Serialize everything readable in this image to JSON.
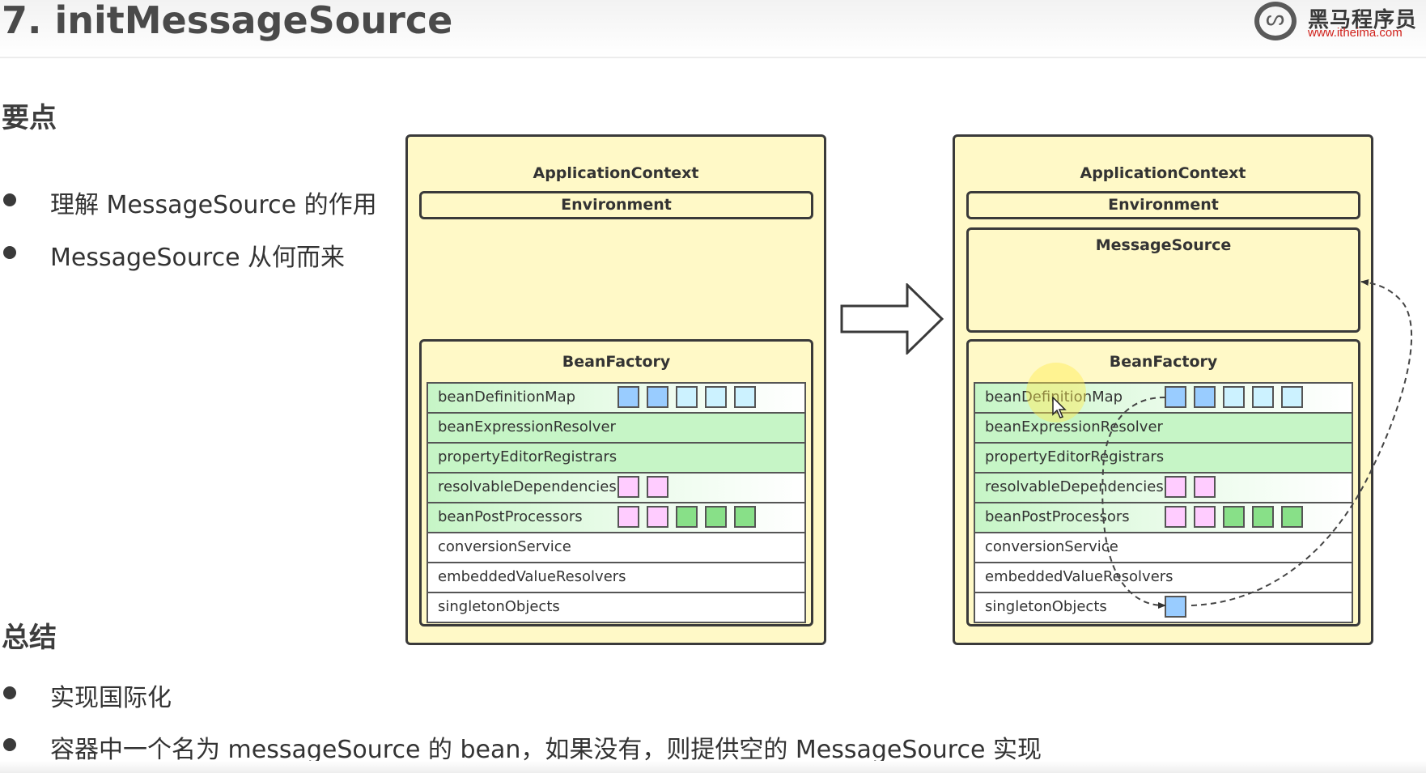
{
  "header": {
    "title": "7. initMessageSource",
    "logo": {
      "icon": "horse-head-logo-icon",
      "name_cn": "黑马程序员",
      "url": "www.itheima.com"
    }
  },
  "key_points": {
    "heading": "要点",
    "items": [
      "理解 MessageSource 的作用",
      "MessageSource 从何而来"
    ]
  },
  "summary": {
    "heading": "总结",
    "items": [
      "实现国际化",
      "容器中一个名为 messageSource 的 bean，如果没有，则提供空的 MessageSource 实现"
    ]
  },
  "diagram": {
    "colors": {
      "context_fill": "#fff9c7",
      "row_green": "#c6f5c6",
      "blue_dark": "#99ccff",
      "blue_light": "#ccf2ff",
      "pink": "#ffccff",
      "green": "#88e088",
      "border": "#3a3a3a"
    },
    "before": {
      "context_label": "ApplicationContext",
      "environment_label": "Environment",
      "beanfactory_label": "BeanFactory",
      "rows": [
        {
          "name": "beanDefinitionMap",
          "style": "g-fade",
          "squares": [
            "blue_dark",
            "blue_dark",
            "blue_light",
            "blue_light",
            "blue_light"
          ]
        },
        {
          "name": "beanExpressionResolver",
          "style": "g-full",
          "squares": []
        },
        {
          "name": "propertyEditorRegistrars",
          "style": "g-full",
          "squares": []
        },
        {
          "name": "resolvableDependencies",
          "style": "g-fade",
          "squares": [
            "pink",
            "pink"
          ]
        },
        {
          "name": "beanPostProcessors",
          "style": "g-fade",
          "squares": [
            "pink",
            "pink",
            "green",
            "green",
            "green"
          ]
        },
        {
          "name": "conversionService",
          "style": "white",
          "squares": []
        },
        {
          "name": "embeddedValueResolvers",
          "style": "white",
          "squares": []
        },
        {
          "name": "singletonObjects",
          "style": "white",
          "squares": []
        }
      ]
    },
    "transition_arrow": "right-arrow-icon",
    "after": {
      "context_label": "ApplicationContext",
      "environment_label": "Environment",
      "messagesource_label": "MessageSource",
      "beanfactory_label": "BeanFactory",
      "rows": [
        {
          "name": "beanDefinitionMap",
          "style": "g-fade",
          "squares": [
            "blue_dark",
            "blue_dark",
            "blue_light",
            "blue_light",
            "blue_light"
          ]
        },
        {
          "name": "beanExpressionResolver",
          "style": "g-full",
          "squares": []
        },
        {
          "name": "propertyEditorRegistrars",
          "style": "g-full",
          "squares": []
        },
        {
          "name": "resolvableDependencies",
          "style": "g-fade",
          "squares": [
            "pink",
            "pink"
          ]
        },
        {
          "name": "beanPostProcessors",
          "style": "g-fade",
          "squares": [
            "pink",
            "pink",
            "green",
            "green",
            "green"
          ]
        },
        {
          "name": "conversionService",
          "style": "white",
          "squares": []
        },
        {
          "name": "embeddedValueResolvers",
          "style": "white",
          "squares": []
        },
        {
          "name": "singletonObjects",
          "style": "white",
          "squares": [
            "blue_dark"
          ]
        }
      ],
      "flow": [
        {
          "from": "beanDefinitionMap",
          "to": "singletonObjects",
          "style": "dashed"
        },
        {
          "from": "singletonObjects",
          "to": "MessageSource",
          "style": "dashed"
        }
      ]
    }
  }
}
